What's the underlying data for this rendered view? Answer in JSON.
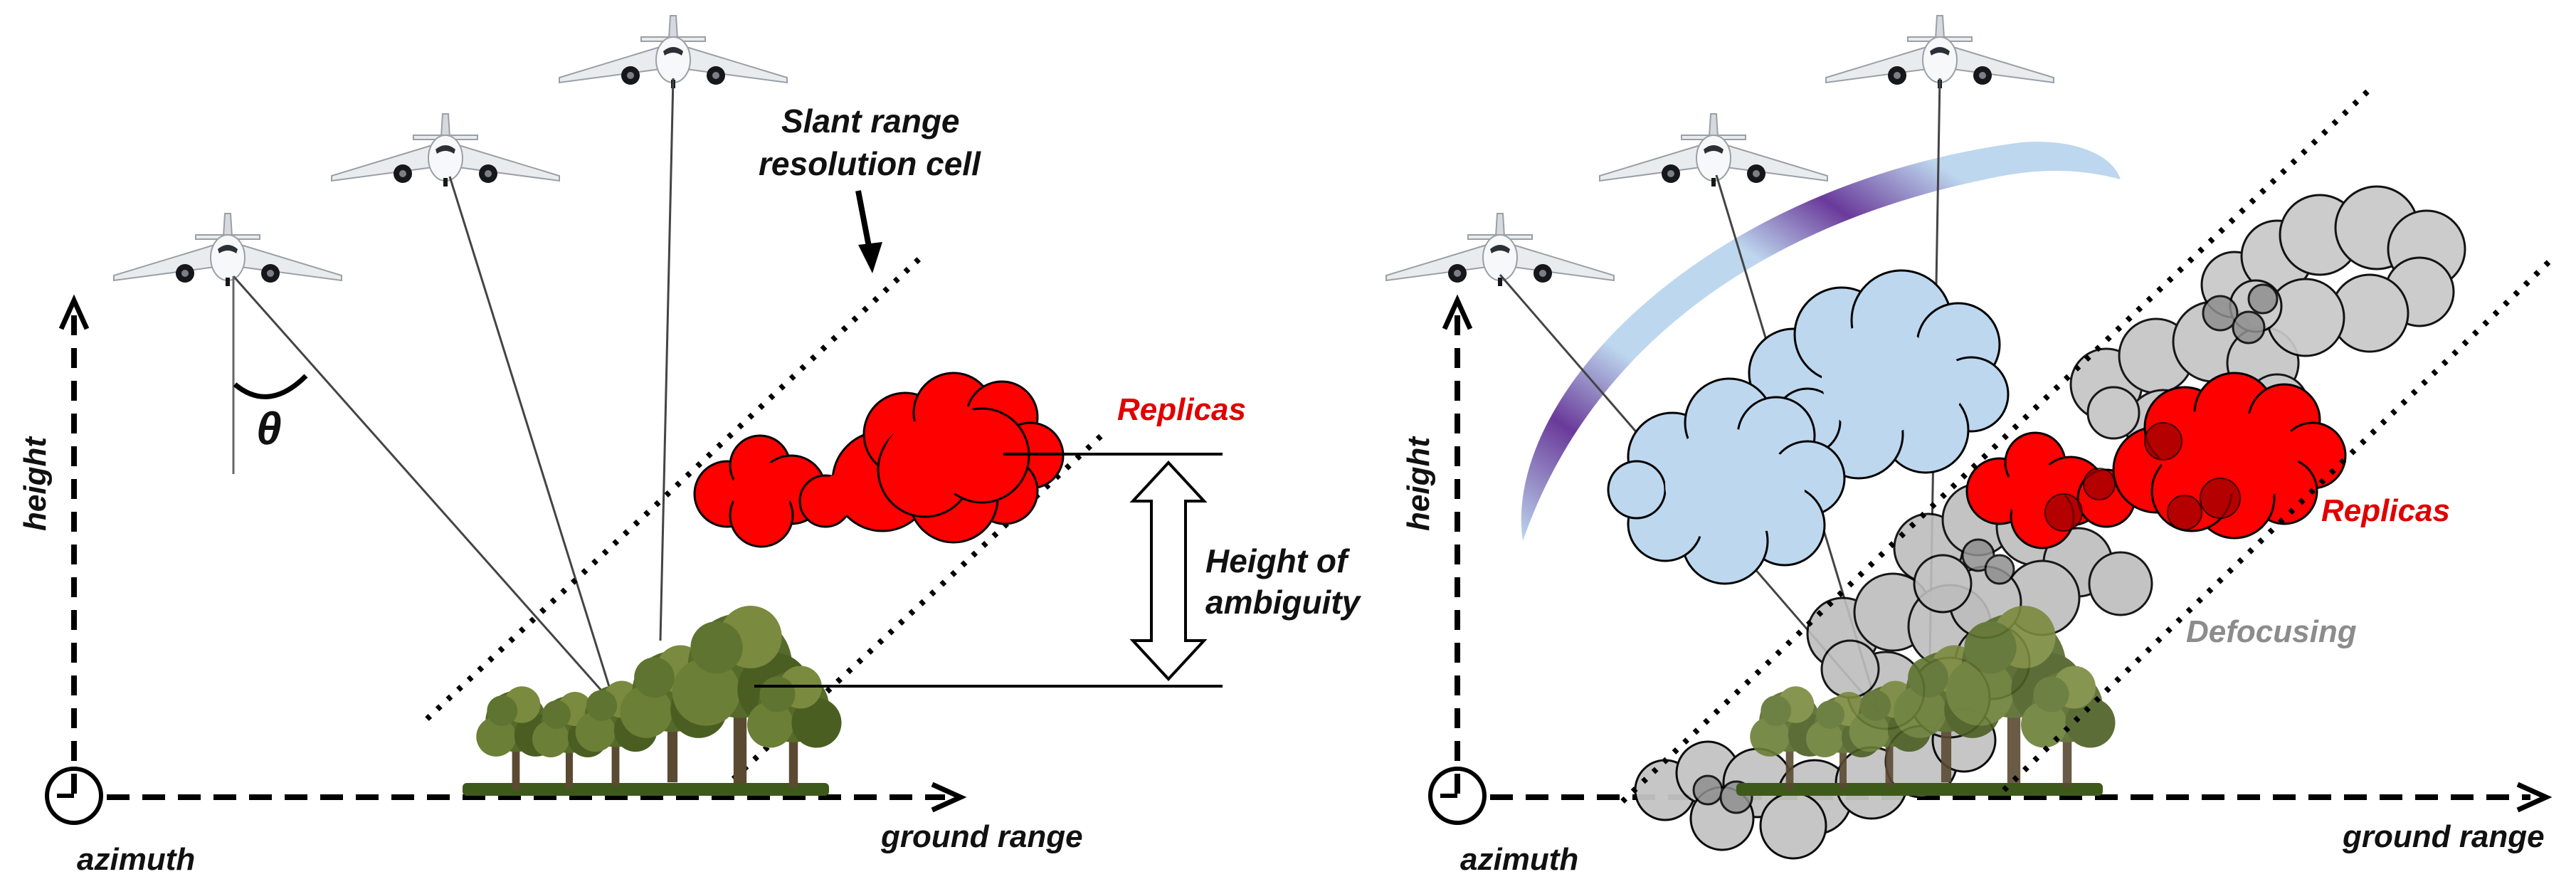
{
  "left_panel": {
    "axes": {
      "height": "height",
      "azimuth": "azimuth",
      "ground_range": "ground range"
    },
    "angle_symbol": "θ",
    "slant_cell_label": {
      "line1": "Slant range",
      "line2": "resolution cell"
    },
    "replicas_label": "Replicas",
    "ambiguity_label": {
      "line1": "Height of",
      "line2": "ambiguity"
    }
  },
  "right_panel": {
    "axes": {
      "height": "height",
      "azimuth": "azimuth",
      "ground_range": "ground range"
    },
    "replicas_label": "Replicas",
    "defocusing_label": "Defocusing"
  },
  "colors": {
    "replica": "#ff0000",
    "replica_text": "#e00000",
    "defocus_cloud": "#bdbdbd",
    "atmosphere_cloud": "#bdd7ee",
    "arc_purple": "#6a3a9a",
    "tree_foliage": "#5b6e2e",
    "grass": "#3d5a1a"
  }
}
